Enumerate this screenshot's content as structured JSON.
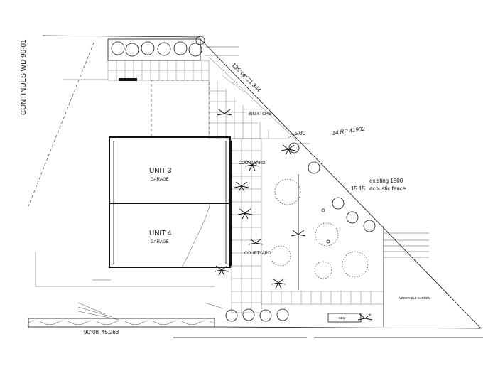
{
  "sheet_note": "CONTINUES WD 90-01",
  "units": [
    {
      "name": "UNIT 3",
      "room": "GARAGE"
    },
    {
      "name": "UNIT 4",
      "room": "GARAGE"
    }
  ],
  "zones": {
    "bin_store": "BIN STORE",
    "courtyard_top": "COURTYARD",
    "courtyard_bottom": "COURTYARD",
    "vegetable_garden": "VEGETABLE GARDEN",
    "bbq": "BBQ"
  },
  "survey": {
    "bearing_top": "135°08' 21.344",
    "bearing_bottom": "90°08' 45.263",
    "lot_ref": "14 RP 41982",
    "dim_15_00": "15.00",
    "dim_15_15": "15.15"
  },
  "fence": {
    "existing": "existing 1800",
    "type": "acoustic fence"
  }
}
